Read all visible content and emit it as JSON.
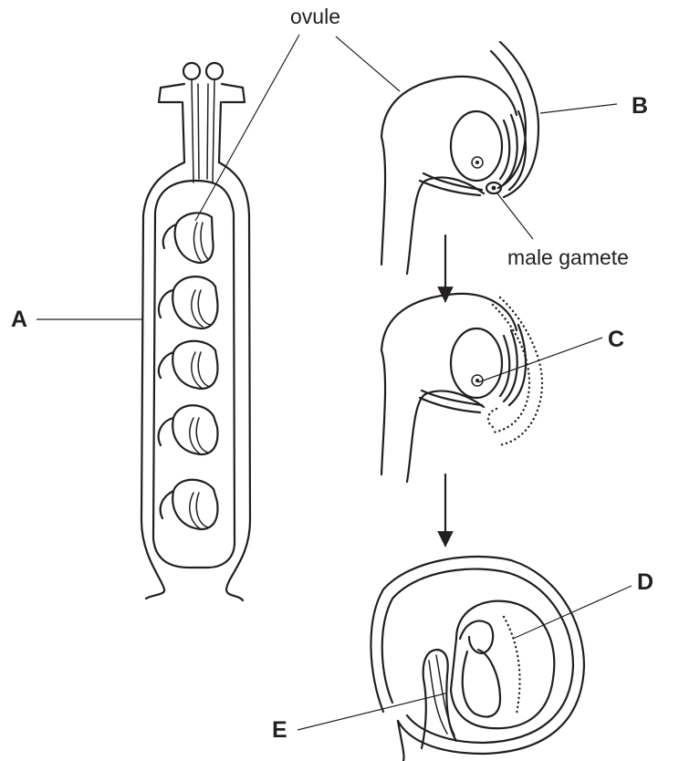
{
  "diagram": {
    "labels": {
      "ovule": "ovule",
      "male_gamete": "male gamete",
      "A": "A",
      "B": "B",
      "C": "C",
      "D": "D",
      "E": "E"
    }
  }
}
